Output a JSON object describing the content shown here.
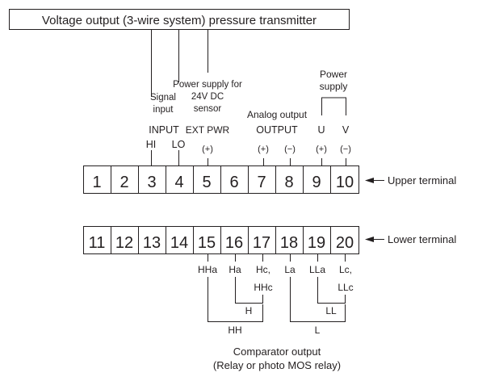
{
  "title": "Voltage output (3-wire system) pressure transmitter",
  "upper_terminal_label": "Upper terminal",
  "lower_terminal_label": "Lower terminal",
  "upper_terminals": [
    "1",
    "2",
    "3",
    "4",
    "5",
    "6",
    "7",
    "8",
    "9",
    "10"
  ],
  "lower_terminals": [
    "11",
    "12",
    "13",
    "14",
    "15",
    "16",
    "17",
    "18",
    "19",
    "20"
  ],
  "upper_groups": {
    "signal_input": [
      "Signal",
      "input"
    ],
    "input_label": "INPUT",
    "hi": "HI",
    "lo": "LO",
    "sensor_supply": [
      "Power supply for",
      "24V DC",
      "sensor"
    ],
    "ext_pwr": "EXT PWR",
    "ext_pwr_sign": "(+)",
    "analog_output": "Analog output",
    "output_label": "OUTPUT",
    "output_plus": "(+)",
    "output_minus": "(−)",
    "power_supply": [
      "Power",
      "supply"
    ],
    "u": "U",
    "v": "V",
    "power_plus": "(+)",
    "power_minus": "(−)"
  },
  "lower_labels": {
    "hha": "HHa",
    "ha": "Ha",
    "hc": [
      "Hc,",
      "HHc"
    ],
    "la": "La",
    "lla": "LLa",
    "lc": [
      "Lc,",
      "LLc"
    ],
    "h": "H",
    "hh": "HH",
    "ll": "LL",
    "l": "L"
  },
  "comparator": [
    "Comparator output",
    "(Relay or photo MOS relay)"
  ]
}
